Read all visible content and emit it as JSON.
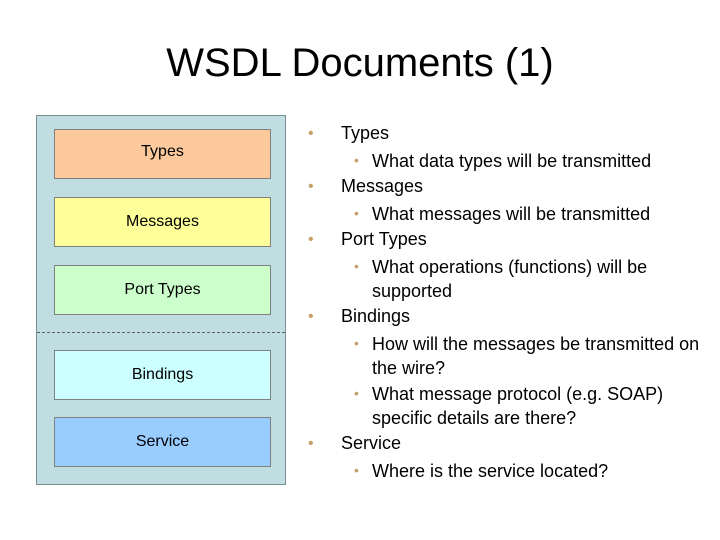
{
  "slide": {
    "title": "WSDL Documents (1)"
  },
  "diagram": {
    "blocks": [
      {
        "label": "Types",
        "color": "#fcc99c"
      },
      {
        "label": "Messages",
        "color": "#ffff99"
      },
      {
        "label": "Port Types",
        "color": "#ccffcc"
      },
      {
        "label": "Bindings",
        "color": "#ccffff"
      },
      {
        "label": "Service",
        "color": "#99ccff"
      }
    ]
  },
  "bullets": [
    {
      "text": "Types",
      "sub": [
        "What data types will be transmitted"
      ]
    },
    {
      "text": "Messages",
      "sub": [
        "What messages will be transmitted"
      ]
    },
    {
      "text": "Port Types",
      "sub": [
        "What operations (functions) will be supported"
      ]
    },
    {
      "text": "Bindings",
      "sub": [
        "How will the messages be transmitted on the wire?",
        "What message protocol (e.g. SOAP) specific details are there?"
      ]
    },
    {
      "text": "Service",
      "sub": [
        "Where is the service located?"
      ]
    }
  ]
}
